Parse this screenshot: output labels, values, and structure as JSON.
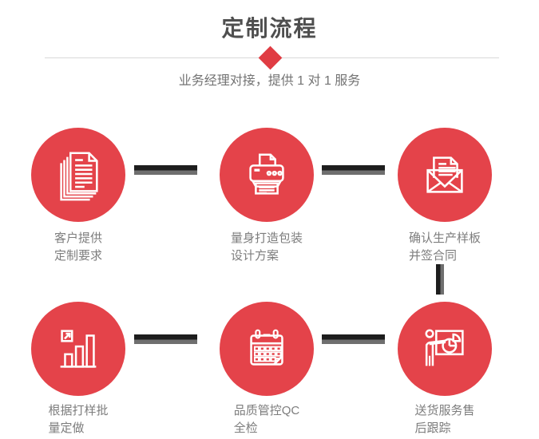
{
  "header": {
    "title": "定制流程",
    "subtitle": "业务经理对接，提供 1 对 1 服务"
  },
  "steps": [
    {
      "icon": "stacked-documents-icon",
      "line1": "客户提供",
      "line2": "定制要求"
    },
    {
      "icon": "printer-icon",
      "line1": "量身打造包装",
      "line2": "设计方案"
    },
    {
      "icon": "open-envelope-icon",
      "line1": "确认生产样板",
      "line2": "并签合同"
    },
    {
      "icon": "bar-chart-icon",
      "line1": "根据打样批",
      "line2": "量定做"
    },
    {
      "icon": "calendar-icon",
      "line1": "品质管控QC",
      "line2": "全检"
    },
    {
      "icon": "presentation-icon",
      "line1": "送货服务售",
      "line2": "后跟踪"
    }
  ],
  "colors": {
    "accent_red": "#e4434a",
    "diamond_red": "#e03c43",
    "connector_dark": "#1d1d1d",
    "connector_gray": "#6f6f6f",
    "title_text": "#4f4f4f",
    "body_text": "#7d7d7d",
    "divider": "#d9d9d9"
  }
}
